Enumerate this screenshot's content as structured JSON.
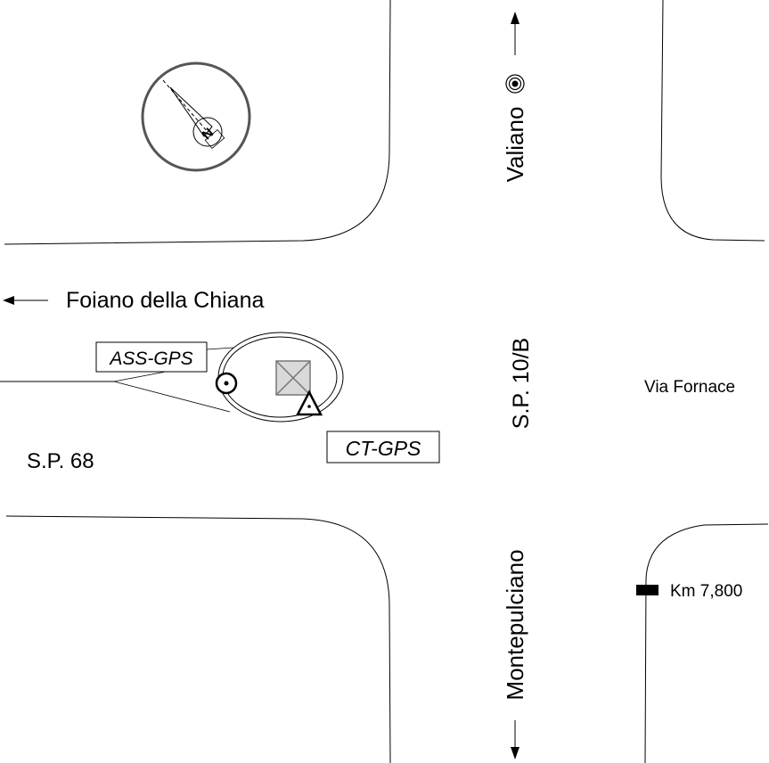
{
  "map": {
    "labels": {
      "valiano": "Valiano",
      "foiano": "Foiano della Chiana",
      "sp_10b": "S.P. 10/B",
      "via_fornace": "Via Fornace",
      "sp_68": "S.P. 68",
      "montepulciano": "Montepulciano",
      "km_marker": "Km 7,800"
    },
    "callouts": {
      "ass_gps": "ASS-GPS",
      "ct_gps": "CT-GPS"
    },
    "compass": {
      "north_letter": "N"
    },
    "icons": [
      "compass-rose-icon",
      "target-bullseye-icon",
      "circle-dot-icon",
      "square-x-icon",
      "triangle-dot-icon",
      "km-marker-icon",
      "arrow-up-icon",
      "arrow-down-icon",
      "arrow-left-icon"
    ],
    "colors": {
      "ink": "#000000",
      "compass_ring": "#555555",
      "square_fill": "#d9d9d9",
      "square_stroke": "#777777"
    }
  }
}
